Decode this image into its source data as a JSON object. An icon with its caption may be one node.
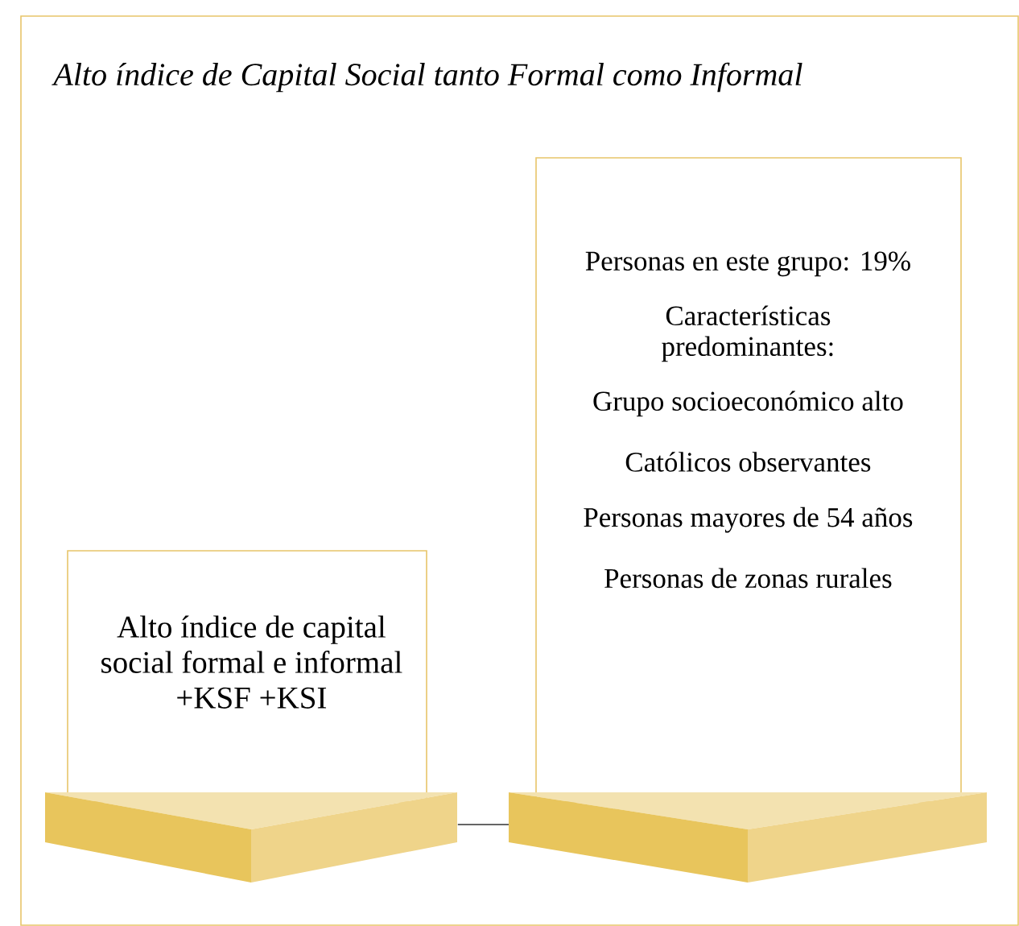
{
  "diagram": {
    "nodes": [
      {
        "text": [
          "Alto índice de Capital Social  tanto Formal como Informal"
        ]
      },
      {
        "text": [
          "Alto índice de capital social formal e informal +KSF +KSI"
        ],
        "in": 0
      },
      {
        "text": [
          "Personas en este grupo: 19%",
          "Características predominantes:",
          "Grupo socioeconómico alto",
          "Católicos observantes",
          "Personas mayores de 54 años",
          "Personas de zonas rurales"
        ],
        "in": 0
      }
    ],
    "edges": [
      {
        "from": 1,
        "to": 2,
        "arrow": "none"
      }
    ]
  }
}
